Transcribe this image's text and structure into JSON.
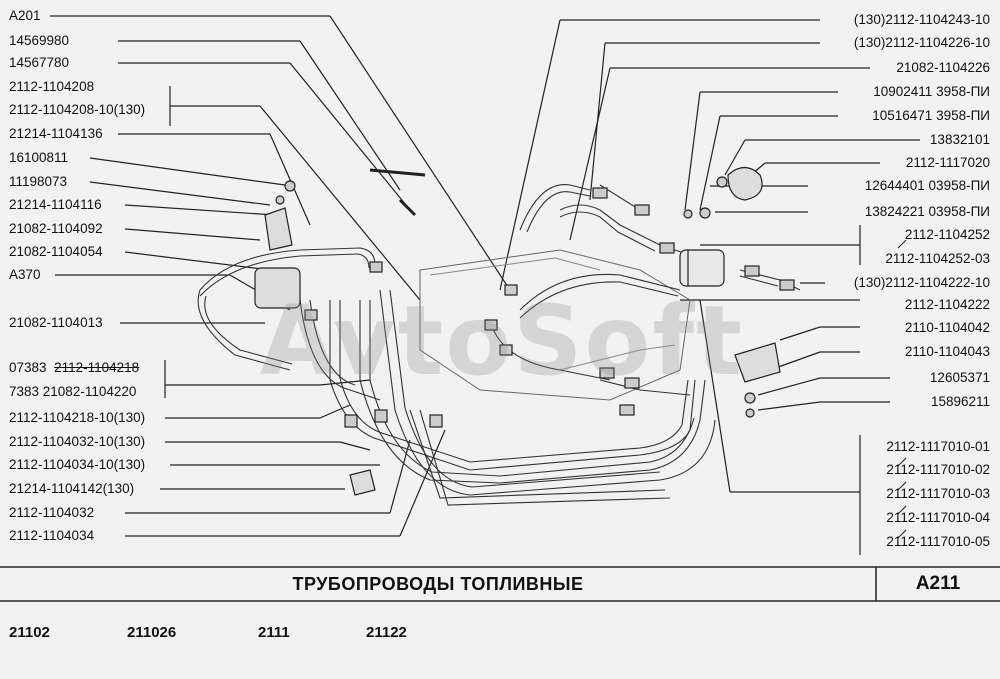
{
  "left_labels": [
    {
      "id": "l1",
      "text": "A201"
    },
    {
      "id": "l2",
      "text": "14569980"
    },
    {
      "id": "l3",
      "text": "14567780"
    },
    {
      "id": "l4",
      "text": "2112-1104208"
    },
    {
      "id": "l5",
      "text": "2112-1104208-10(130)"
    },
    {
      "id": "l6",
      "text": "21214-1104136"
    },
    {
      "id": "l7",
      "text": "16100811"
    },
    {
      "id": "l8",
      "text": "11198073"
    },
    {
      "id": "l9",
      "text": "21214-1104116"
    },
    {
      "id": "l10",
      "text": "21082-1104092"
    },
    {
      "id": "l11",
      "text": "21082-1104054"
    },
    {
      "id": "l12",
      "text": "A370"
    },
    {
      "id": "l13",
      "text": "21082-1104013"
    },
    {
      "id": "l14a",
      "text": "07383"
    },
    {
      "id": "l14b",
      "text": "2112-1104218"
    },
    {
      "id": "l15",
      "text": "7383  21082-1104220"
    },
    {
      "id": "l16",
      "text": "2112-1104218-10(130)"
    },
    {
      "id": "l17",
      "text": "2112-1104032-10(130)"
    },
    {
      "id": "l18",
      "text": "2112-1104034-10(130)"
    },
    {
      "id": "l19",
      "text": "21214-1104142(130)"
    },
    {
      "id": "l20",
      "text": "2112-1104032"
    },
    {
      "id": "l21",
      "text": "2112-1104034"
    }
  ],
  "right_labels": [
    {
      "id": "r1",
      "text": "(130)2112-1104243-10"
    },
    {
      "id": "r2",
      "text": "(130)2112-1104226-10"
    },
    {
      "id": "r3",
      "text": "21082-1104226"
    },
    {
      "id": "r4",
      "text": "10902411 3958-ПИ"
    },
    {
      "id": "r5",
      "text": "10516471 3958-ПИ"
    },
    {
      "id": "r6",
      "text": "13832101"
    },
    {
      "id": "r7",
      "text": "2112-1117020"
    },
    {
      "id": "r8",
      "text": "12644401 03958-ПИ"
    },
    {
      "id": "r9",
      "text": "13824221 03958-ПИ"
    },
    {
      "id": "r10",
      "text": "2112-1104252"
    },
    {
      "id": "r11",
      "text": "2112-1104252-03"
    },
    {
      "id": "r12",
      "text": "(130)2112-1104222-10"
    },
    {
      "id": "r13",
      "text": "2112-1104222"
    },
    {
      "id": "r14",
      "text": "2110-1104042"
    },
    {
      "id": "r15",
      "text": "2110-1104043"
    },
    {
      "id": "r16",
      "text": "12605371"
    },
    {
      "id": "r17",
      "text": "15896211"
    },
    {
      "id": "r18",
      "text": "2112-1117010-01"
    },
    {
      "id": "r19",
      "text": "2112-1117010-02"
    },
    {
      "id": "r20",
      "text": "2112-1117010-03"
    },
    {
      "id": "r21",
      "text": "2112-1117010-04"
    },
    {
      "id": "r22",
      "text": "2112-1117010-05"
    }
  ],
  "footer": {
    "title": "ТРУБОПРОВОДЫ    ТОПЛИВНЫЕ",
    "code": "A211",
    "models": [
      "21102",
      "211026",
      "2111",
      "21122"
    ]
  },
  "watermark": "AvtoSoft"
}
